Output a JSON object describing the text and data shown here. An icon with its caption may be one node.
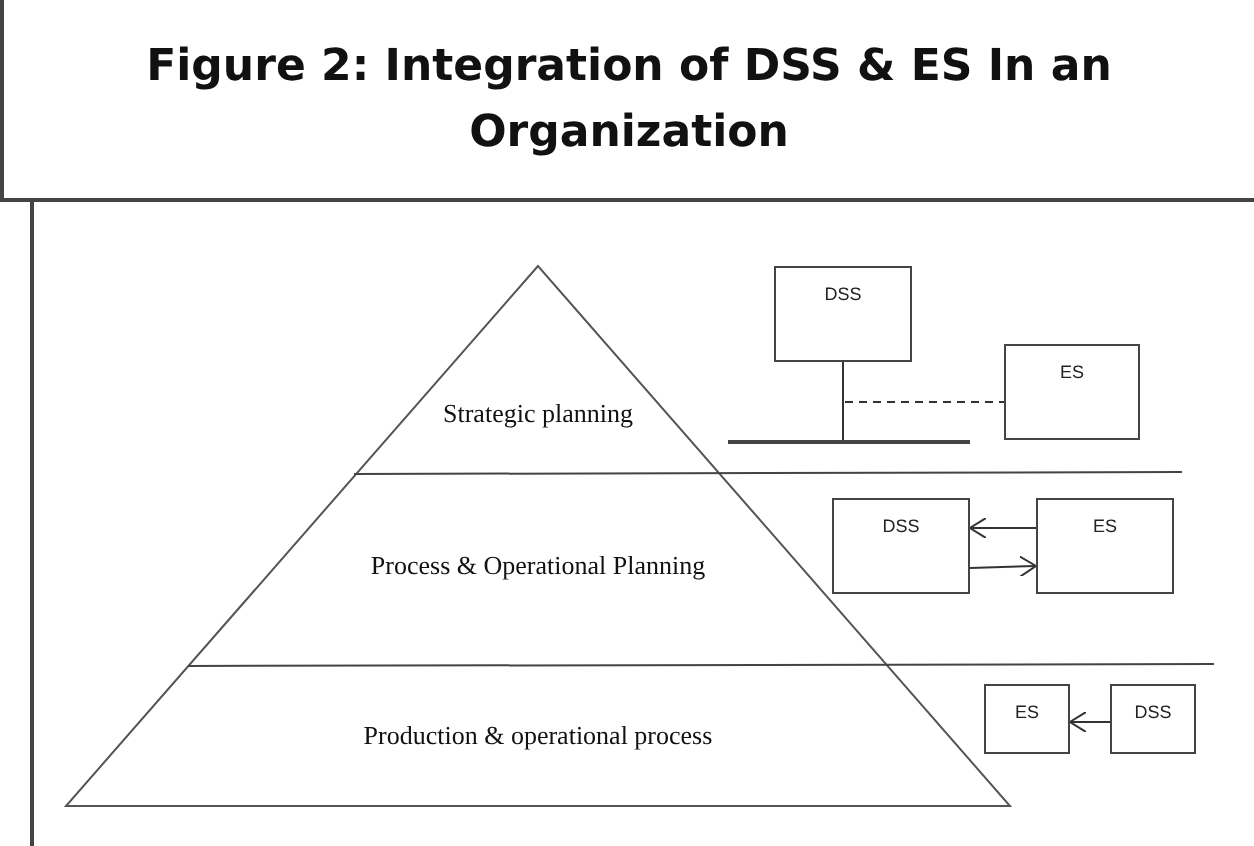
{
  "diagram": {
    "title": "Figure 2: Integration of DSS & ES In an Organization",
    "nodes": [
      {
        "text": [
          "Strategic planning"
        ]
      },
      {
        "text": [
          "Process & Operational Planning"
        ]
      },
      {
        "text": [
          "Production & operational process"
        ]
      },
      {
        "text": [
          "DSS"
        ]
      },
      {
        "text": [
          "ES"
        ]
      },
      {
        "text": [],
        "shape": "bar"
      },
      {
        "text": [
          "DSS"
        ]
      },
      {
        "text": [
          "ES"
        ]
      },
      {
        "text": [
          "ES"
        ]
      },
      {
        "text": [
          "DSS"
        ]
      }
    ],
    "edges": [
      {
        "from": 3,
        "to": 5,
        "arrow": "none"
      },
      {
        "from": 3,
        "to": 4,
        "arrow": "none",
        "style": "dashed"
      },
      {
        "from": 7,
        "to": 6,
        "arrow": "to"
      },
      {
        "from": 6,
        "to": 7,
        "arrow": "to"
      },
      {
        "from": 9,
        "to": 8,
        "arrow": "to"
      }
    ]
  }
}
